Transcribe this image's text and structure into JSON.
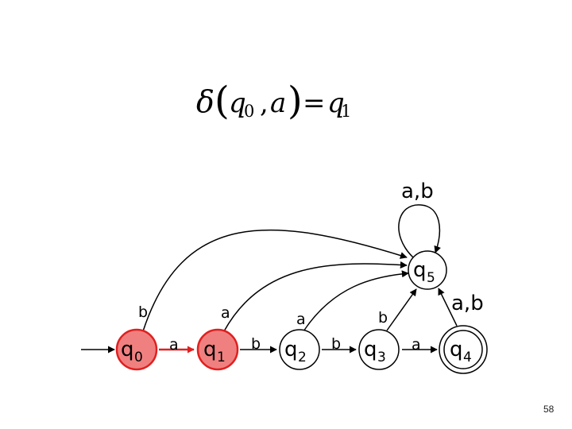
{
  "formula": {
    "delta": "δ",
    "open_paren": "(",
    "state": "q",
    "state_sub": "0",
    "comma": ",",
    "symbol": "a",
    "close_paren": ")",
    "equals": "=",
    "result": "q",
    "result_sub": "1"
  },
  "states": [
    {
      "id": "q0",
      "name": "q",
      "sub": "0",
      "highlighted": true,
      "accepting": false
    },
    {
      "id": "q1",
      "name": "q",
      "sub": "1",
      "highlighted": true,
      "accepting": false
    },
    {
      "id": "q2",
      "name": "q",
      "sub": "2",
      "highlighted": false,
      "accepting": false
    },
    {
      "id": "q3",
      "name": "q",
      "sub": "3",
      "highlighted": false,
      "accepting": false
    },
    {
      "id": "q4",
      "name": "q",
      "sub": "4",
      "highlighted": false,
      "accepting": true
    },
    {
      "id": "q5",
      "name": "q",
      "sub": "5",
      "highlighted": false,
      "accepting": false
    }
  ],
  "transitions": [
    {
      "from": "q0",
      "to": "q1",
      "label": "a",
      "highlighted": true
    },
    {
      "from": "q1",
      "to": "q2",
      "label": "b"
    },
    {
      "from": "q2",
      "to": "q3",
      "label": "b"
    },
    {
      "from": "q3",
      "to": "q4",
      "label": "a"
    },
    {
      "from": "q0",
      "to": "q5",
      "label": "b"
    },
    {
      "from": "q1",
      "to": "q5",
      "label": "a"
    },
    {
      "from": "q2",
      "to": "q5",
      "label": "a"
    },
    {
      "from": "q3",
      "to": "q5",
      "label": "b"
    },
    {
      "from": "q4",
      "to": "q5",
      "label": "a,b"
    },
    {
      "from": "q5",
      "to": "q5",
      "label": "a,b"
    }
  ],
  "colors": {
    "highlight_fill": "#f08080",
    "highlight_stroke": "#e02020",
    "default_stroke": "#000000"
  },
  "page_number": "58"
}
